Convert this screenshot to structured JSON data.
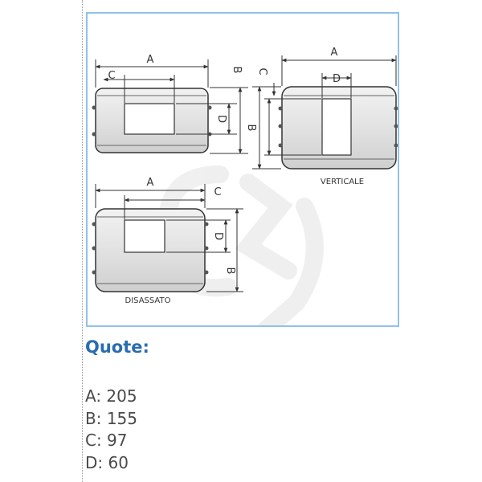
{
  "diagram": {
    "views": [
      {
        "id": "horizontal",
        "label": ""
      },
      {
        "id": "vertical",
        "label": "VERTICALE"
      },
      {
        "id": "offset",
        "label": "DISASSATO"
      }
    ],
    "dim_letters": {
      "a": "A",
      "b": "B",
      "c": "C",
      "d": "D"
    }
  },
  "quote": {
    "heading": "Quote:",
    "items": [
      {
        "letter": "A",
        "text": "A: 205"
      },
      {
        "letter": "B",
        "text": "B: 155"
      },
      {
        "letter": "C",
        "text": "C: 97"
      },
      {
        "letter": "D",
        "text": "D: 60"
      }
    ]
  },
  "colors": {
    "frame_border": "#8fc3e8",
    "heading": "#2a6cb0",
    "text": "#4a4a4a",
    "line": "#333333"
  }
}
